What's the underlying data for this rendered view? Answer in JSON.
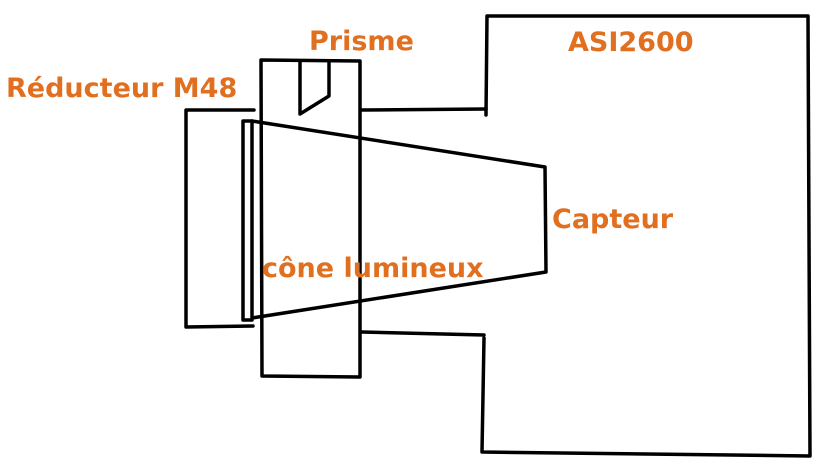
{
  "labels": {
    "prism": "Prisme",
    "camera": "ASI2600",
    "reducer": "Réducteur M48",
    "sensor": "Capteur",
    "light_cone": "cône lumineux"
  },
  "colors": {
    "label": "#e07020",
    "line": "#000000",
    "background": "#ffffff"
  }
}
